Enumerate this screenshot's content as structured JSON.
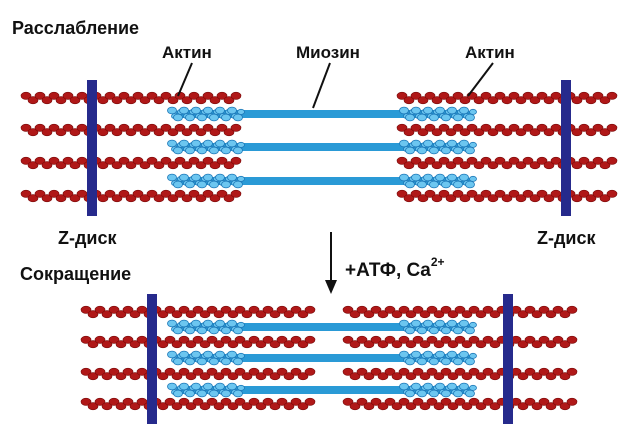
{
  "labels": {
    "relaxation": "Расслабление",
    "actin_left": "Актин",
    "myosin": "Миозин",
    "actin_right": "Актин",
    "z_disk_left": "Z-диск",
    "z_disk_right": "Z-диск",
    "contraction": "Сокращение",
    "condition": "+АТФ, Ca",
    "condition_sup": "2+"
  },
  "colors": {
    "actin": "#b01818",
    "actin_dark": "#7a0a0a",
    "myosin_rod": "#2a9ad6",
    "myosin_head": "#6cc6f0",
    "myosin_head_dark": "#1d78b8",
    "z_disk": "#262a8c",
    "text": "#111111"
  }
}
